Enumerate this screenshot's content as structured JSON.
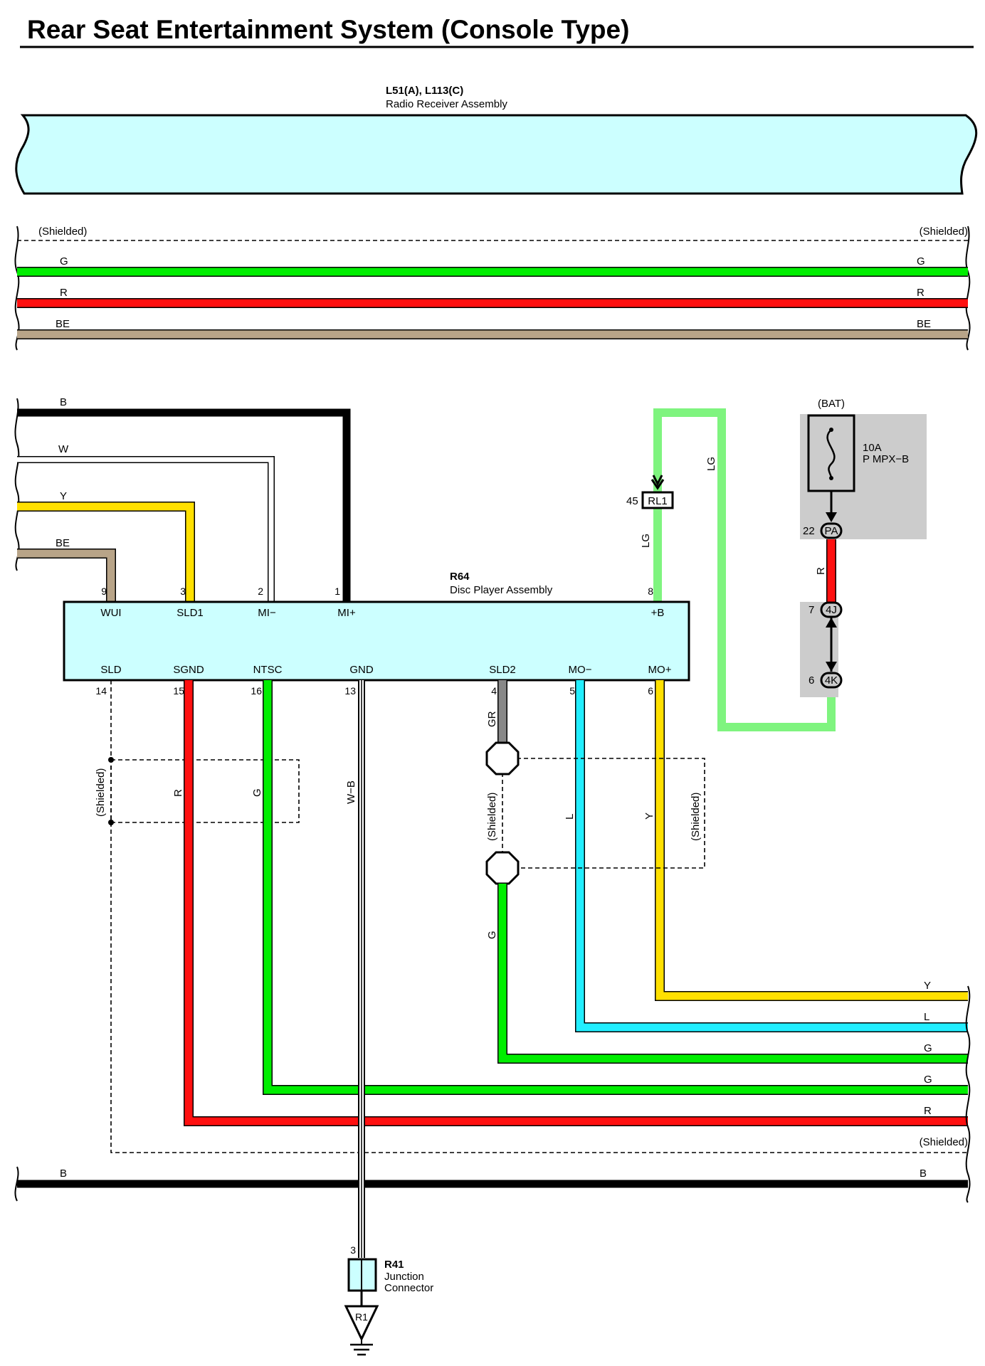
{
  "title": "Rear Seat Entertainment System (Console Type)",
  "colors": {
    "green": "#00ee00",
    "red": "#ff1010",
    "beige": "#b8a488",
    "black": "#000000",
    "yellow": "#ffe000",
    "light_green": "#7ff47f",
    "cyan": "#22eeff",
    "gray": "#888888",
    "component_fill": "#ccffff",
    "fuse_box_fill": "#cccccc"
  },
  "radio_receiver": {
    "code": "L51(A), L113(C)",
    "name": "Radio Receiver Assembly"
  },
  "upper_bus": {
    "shield_left": "(Shielded)",
    "shield_right": "(Shielded)",
    "wires": [
      {
        "left": "G",
        "right": "G",
        "color": "green"
      },
      {
        "left": "R",
        "right": "R",
        "color": "red"
      },
      {
        "left": "BE",
        "right": "BE",
        "color": "beige"
      }
    ]
  },
  "left_inputs": [
    {
      "label": "B",
      "color": "black"
    },
    {
      "label": "W",
      "color": "white"
    },
    {
      "label": "Y",
      "color": "yellow"
    },
    {
      "label": "BE",
      "color": "beige"
    }
  ],
  "disc_player": {
    "code": "R64",
    "name": "Disc Player Assembly",
    "top_pins": [
      {
        "num": "9",
        "name": "WUI"
      },
      {
        "num": "3",
        "name": "SLD1"
      },
      {
        "num": "2",
        "name": "MI−"
      },
      {
        "num": "1",
        "name": "MI+"
      },
      {
        "num": "8",
        "name": "+B"
      }
    ],
    "bottom_pins": [
      {
        "num": "14",
        "name": "SLD"
      },
      {
        "num": "15",
        "name": "SGND"
      },
      {
        "num": "16",
        "name": "NTSC"
      },
      {
        "num": "13",
        "name": "GND"
      },
      {
        "num": "4",
        "name": "SLD2"
      },
      {
        "num": "5",
        "name": "MO−"
      },
      {
        "num": "6",
        "name": "MO+"
      }
    ]
  },
  "power": {
    "connector_pin": "45",
    "connector_code": "RL1",
    "wire_label_1": "LG",
    "wire_label_2": "LG",
    "bat_label": "(BAT)",
    "fuse_rating": "10A",
    "fuse_name": "P MPX−B",
    "pa_pin": "22",
    "pa_code": "PA",
    "red_label": "R",
    "j4_pin": "7",
    "j4_code": "4J",
    "k4_pin": "6",
    "k4_code": "4K"
  },
  "vertical_labels": {
    "shield_left": "(Shielded)",
    "r": "R",
    "g": "G",
    "wb": "W−B",
    "gr": "GR",
    "shield_mid": "(Shielded)",
    "l": "L",
    "y": "Y",
    "shield_right": "(Shielded)",
    "g_lower": "G"
  },
  "lower_bus": {
    "wires": [
      {
        "right": "Y",
        "color": "yellow"
      },
      {
        "right": "L",
        "color": "cyan"
      },
      {
        "right": "G",
        "color": "green"
      },
      {
        "right": "G",
        "color": "green"
      },
      {
        "right": "R",
        "color": "red"
      }
    ],
    "shield": "(Shielded)",
    "ground_left": "B",
    "ground_right": "B"
  },
  "junction": {
    "pin": "3",
    "code": "R41",
    "name_line1": "Junction",
    "name_line2": "Connector",
    "ground_code": "R1"
  }
}
